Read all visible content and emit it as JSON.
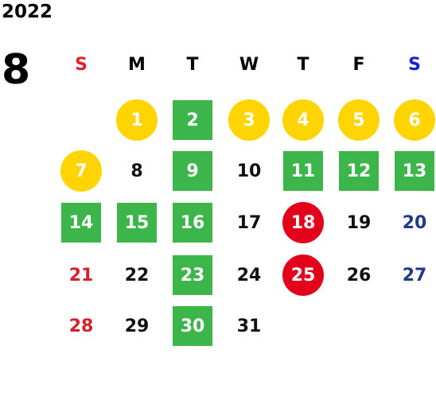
{
  "calendar": {
    "year": "2022",
    "month": "8",
    "weekdays": [
      "S",
      "M",
      "T",
      "W",
      "T",
      "F",
      "S"
    ],
    "weeks": [
      [
        null,
        {
          "d": "1",
          "m": "circle-yellow"
        },
        {
          "d": "2",
          "m": "square-green"
        },
        {
          "d": "3",
          "m": "circle-yellow"
        },
        {
          "d": "4",
          "m": "circle-yellow"
        },
        {
          "d": "5",
          "m": "circle-yellow"
        },
        {
          "d": "6",
          "m": "circle-yellow"
        }
      ],
      [
        {
          "d": "7",
          "m": "circle-yellow"
        },
        {
          "d": "8",
          "m": ""
        },
        {
          "d": "9",
          "m": "square-green"
        },
        {
          "d": "10",
          "m": ""
        },
        {
          "d": "11",
          "m": "square-green"
        },
        {
          "d": "12",
          "m": "square-green"
        },
        {
          "d": "13",
          "m": "square-green"
        }
      ],
      [
        {
          "d": "14",
          "m": "square-green"
        },
        {
          "d": "15",
          "m": "square-green"
        },
        {
          "d": "16",
          "m": "square-green"
        },
        {
          "d": "17",
          "m": ""
        },
        {
          "d": "18",
          "m": "circle-red"
        },
        {
          "d": "19",
          "m": ""
        },
        {
          "d": "20",
          "m": ""
        }
      ],
      [
        {
          "d": "21",
          "m": ""
        },
        {
          "d": "22",
          "m": ""
        },
        {
          "d": "23",
          "m": "square-green"
        },
        {
          "d": "24",
          "m": ""
        },
        {
          "d": "25",
          "m": "circle-red"
        },
        {
          "d": "26",
          "m": ""
        },
        {
          "d": "27",
          "m": ""
        }
      ],
      [
        {
          "d": "28",
          "m": ""
        },
        {
          "d": "29",
          "m": ""
        },
        {
          "d": "30",
          "m": "square-green"
        },
        {
          "d": "31",
          "m": ""
        },
        null,
        null,
        null
      ]
    ]
  },
  "colors": {
    "yellow": "#ffd400",
    "green": "#3cb54a",
    "red": "#e2001a",
    "sunday": "#d81e2a",
    "saturday": "#1f3a8a"
  }
}
